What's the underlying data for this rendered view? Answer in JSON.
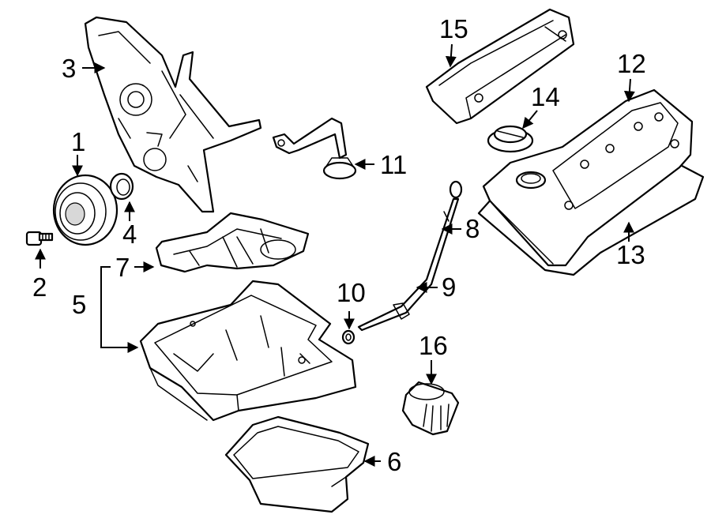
{
  "callouts": {
    "c1": "1",
    "c2": "2",
    "c3": "3",
    "c4": "4",
    "c5": "5",
    "c6": "6",
    "c7": "7",
    "c8": "8",
    "c9": "9",
    "c10": "10",
    "c11": "11",
    "c12": "12",
    "c13": "13",
    "c14": "14",
    "c15": "15",
    "c16": "16"
  },
  "colors": {
    "line": "#000000",
    "background": "#ffffff",
    "shade": "#d8d8d8"
  }
}
